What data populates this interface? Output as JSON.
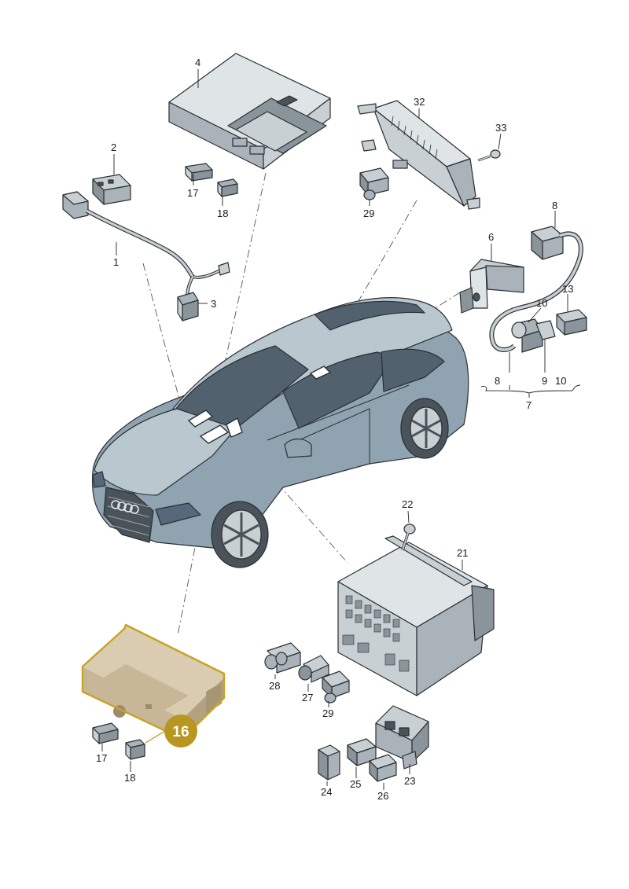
{
  "diagram": {
    "highlight": {
      "number": "16",
      "badge_color": "#b8961f",
      "outline_color": "#c9a227"
    },
    "labels": [
      {
        "id": "l4",
        "text": "4"
      },
      {
        "id": "l2",
        "text": "2"
      },
      {
        "id": "l17a",
        "text": "17"
      },
      {
        "id": "l18a",
        "text": "18"
      },
      {
        "id": "l1",
        "text": "1"
      },
      {
        "id": "l3",
        "text": "3"
      },
      {
        "id": "l32",
        "text": "32"
      },
      {
        "id": "l33",
        "text": "33"
      },
      {
        "id": "l29a",
        "text": "29"
      },
      {
        "id": "l8a",
        "text": "8"
      },
      {
        "id": "l6",
        "text": "6"
      },
      {
        "id": "l10a",
        "text": "10"
      },
      {
        "id": "l13",
        "text": "13"
      },
      {
        "id": "l8b",
        "text": "8"
      },
      {
        "id": "l9",
        "text": "9"
      },
      {
        "id": "l8c",
        "text": "8"
      },
      {
        "id": "l10b",
        "text": "10"
      },
      {
        "id": "l7",
        "text": "7"
      },
      {
        "id": "l22",
        "text": "22"
      },
      {
        "id": "l21",
        "text": "21"
      },
      {
        "id": "l28",
        "text": "28"
      },
      {
        "id": "l27",
        "text": "27"
      },
      {
        "id": "l29b",
        "text": "29"
      },
      {
        "id": "l17b",
        "text": "17"
      },
      {
        "id": "l18b",
        "text": "18"
      },
      {
        "id": "l24",
        "text": "24"
      },
      {
        "id": "l25",
        "text": "25"
      },
      {
        "id": "l23",
        "text": "23"
      },
      {
        "id": "l26",
        "text": "26"
      }
    ]
  }
}
